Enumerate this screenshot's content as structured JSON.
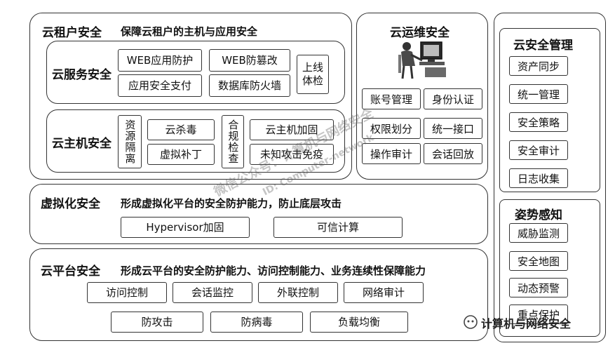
{
  "tenant": {
    "title": "云租户安全",
    "subtitle": "保障云租户的主机与应用安全",
    "service": {
      "title": "云服务安全",
      "items": [
        "WEB应用防护",
        "WEB防篡改",
        "应用安全支付",
        "数据库防火墙",
        "上线\n体检"
      ]
    },
    "host": {
      "title": "云主机安全",
      "isolation": "资源隔离",
      "antivirus": "云杀毒",
      "patch": "虚拟补丁",
      "compliance": "合规检查",
      "hardening": "云主机加固",
      "unknown_attack": "未知攻击免疫"
    }
  },
  "ops": {
    "title": "云运维安全",
    "items": [
      "账号管理",
      "身份认证",
      "权限划分",
      "统一接口",
      "操作审计",
      "会话回放"
    ]
  },
  "virtualization": {
    "title": "虚拟化安全",
    "subtitle": "形成虚拟化平台的安全防护能力，防止底层攻击",
    "items": [
      "Hypervisor加固",
      "可信计算"
    ]
  },
  "platform": {
    "title": "云平台安全",
    "subtitle": "形成云平台的安全防护能力、访问控制能力、业务连续性保障能力",
    "row1": [
      "访问控制",
      "会话监控",
      "外联控制",
      "网络审计"
    ],
    "row2": [
      "防攻击",
      "防病毒",
      "负载均衡"
    ]
  },
  "management": {
    "title": "云安全管理",
    "items": [
      "资产同步",
      "统一管理",
      "安全策略",
      "安全审计",
      "日志收集"
    ]
  },
  "awareness": {
    "title": "姿势感知",
    "items": [
      "威胁监测",
      "安全地图",
      "动态预警",
      "重点保护"
    ]
  },
  "watermark": {
    "line1": "微信公众号：计算机与网络安全",
    "line2": "ID: Computer-network"
  },
  "footer": "计算机与网络安全",
  "colors": {
    "border": "#333333",
    "text": "#111111",
    "background": "#ffffff"
  }
}
